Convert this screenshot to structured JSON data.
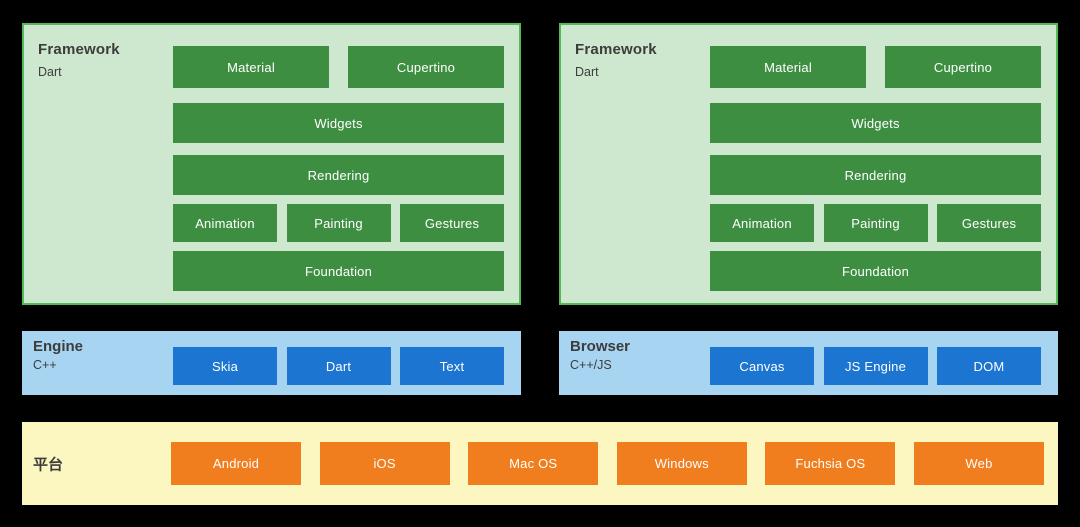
{
  "colors": {
    "background": "#000000",
    "framework_panel_bg": "#cde8ce",
    "framework_panel_border": "#53ba58",
    "framework_block": "#3e8e42",
    "engine_panel_bg": "#a7d4f1",
    "engine_block": "#1b75d1",
    "platform_panel_bg": "#fcf6c0",
    "platform_block": "#f07d1e",
    "heading_text": "#3c3c3c",
    "block_text": "#ffffff"
  },
  "frameworks": [
    {
      "title": "Framework",
      "subtitle": "Dart",
      "rows": [
        [
          "Material",
          "Cupertino"
        ],
        [
          "Widgets"
        ],
        [
          "Rendering"
        ],
        [
          "Animation",
          "Painting",
          "Gestures"
        ],
        [
          "Foundation"
        ]
      ]
    },
    {
      "title": "Framework",
      "subtitle": "Dart",
      "rows": [
        [
          "Material",
          "Cupertino"
        ],
        [
          "Widgets"
        ],
        [
          "Rendering"
        ],
        [
          "Animation",
          "Painting",
          "Gestures"
        ],
        [
          "Foundation"
        ]
      ]
    }
  ],
  "engine": {
    "title": "Engine",
    "subtitle": "C++",
    "blocks": [
      "Skia",
      "Dart",
      "Text"
    ]
  },
  "browser": {
    "title": "Browser",
    "subtitle": "C++/JS",
    "blocks": [
      "Canvas",
      "JS Engine",
      "DOM"
    ]
  },
  "platform": {
    "label": "平台",
    "blocks": [
      "Android",
      "iOS",
      "Mac OS",
      "Windows",
      "Fuchsia OS",
      "Web"
    ]
  }
}
